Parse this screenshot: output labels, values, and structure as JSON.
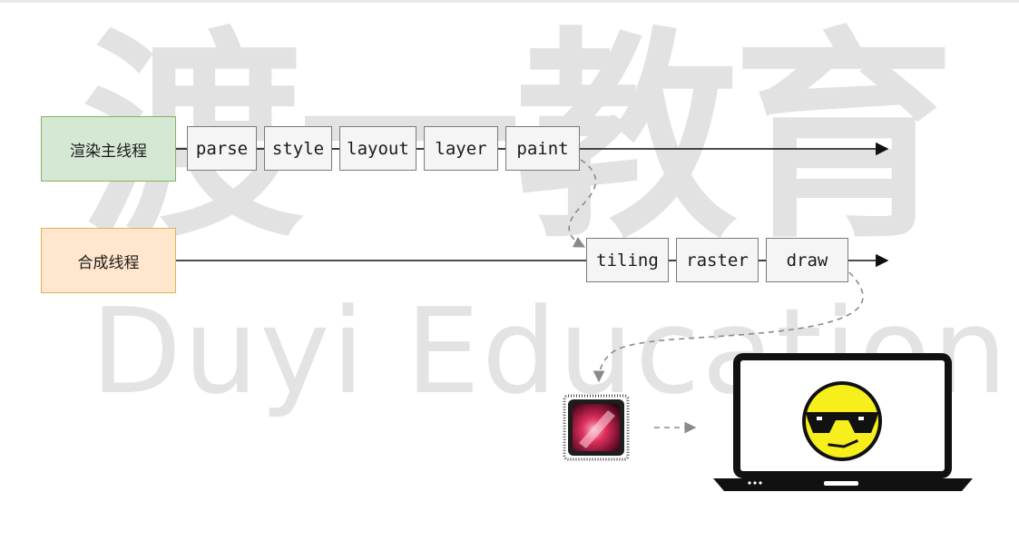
{
  "watermark": {
    "chinese": "渡一教育",
    "english": "Duyi Education"
  },
  "threads": {
    "main": "渲染主线程",
    "compositor": "合成线程"
  },
  "main_steps": [
    "parse",
    "style",
    "layout",
    "layer",
    "paint"
  ],
  "compositor_steps": [
    "tiling",
    "raster",
    "draw"
  ],
  "colors": {
    "main_fill": "#d5e8d4",
    "main_border": "#82b366",
    "compositor_fill": "#ffe6cc",
    "compositor_border": "#d6b656",
    "step_fill": "#f5f5f5",
    "emoji_face": "#f6ef1c"
  },
  "icons": {
    "gpu": "gpu-chip-icon",
    "laptop": "laptop-icon",
    "emoji": "sunglasses-emoji-icon"
  }
}
